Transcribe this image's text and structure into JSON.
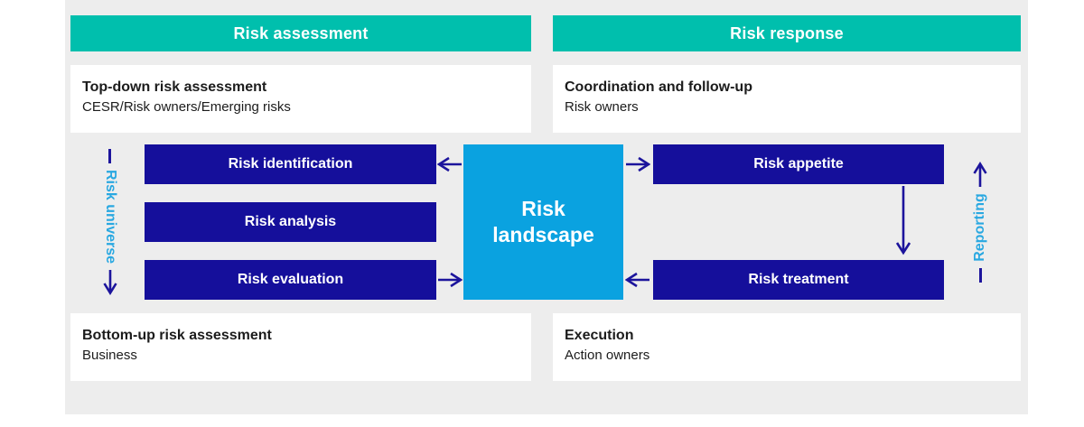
{
  "colors": {
    "teal": "#00bfad",
    "navy": "#150f9b",
    "landscape_blue": "#0aa2e0",
    "side_label_blue": "#29a8e1",
    "arrow_navy": "#1c149c",
    "panel_gray": "#ededed"
  },
  "columns": {
    "left": {
      "header": "Risk assessment",
      "top_box": {
        "title": "Top-down risk assessment",
        "subtitle": "CESR/Risk owners/Emerging risks"
      },
      "stages": [
        "Risk identification",
        "Risk analysis",
        "Risk evaluation"
      ],
      "side_label": "Risk universe",
      "bottom_box": {
        "title": "Bottom-up risk assessment",
        "subtitle": "Business"
      }
    },
    "right": {
      "header": "Risk response",
      "top_box": {
        "title": "Coordination and follow-up",
        "subtitle": "Risk owners"
      },
      "stages": [
        "Risk appetite",
        "Risk treatment"
      ],
      "side_label": "Reporting",
      "bottom_box": {
        "title": "Execution",
        "subtitle": "Action owners"
      }
    }
  },
  "center": {
    "line1": "Risk",
    "line2": "landscape"
  }
}
